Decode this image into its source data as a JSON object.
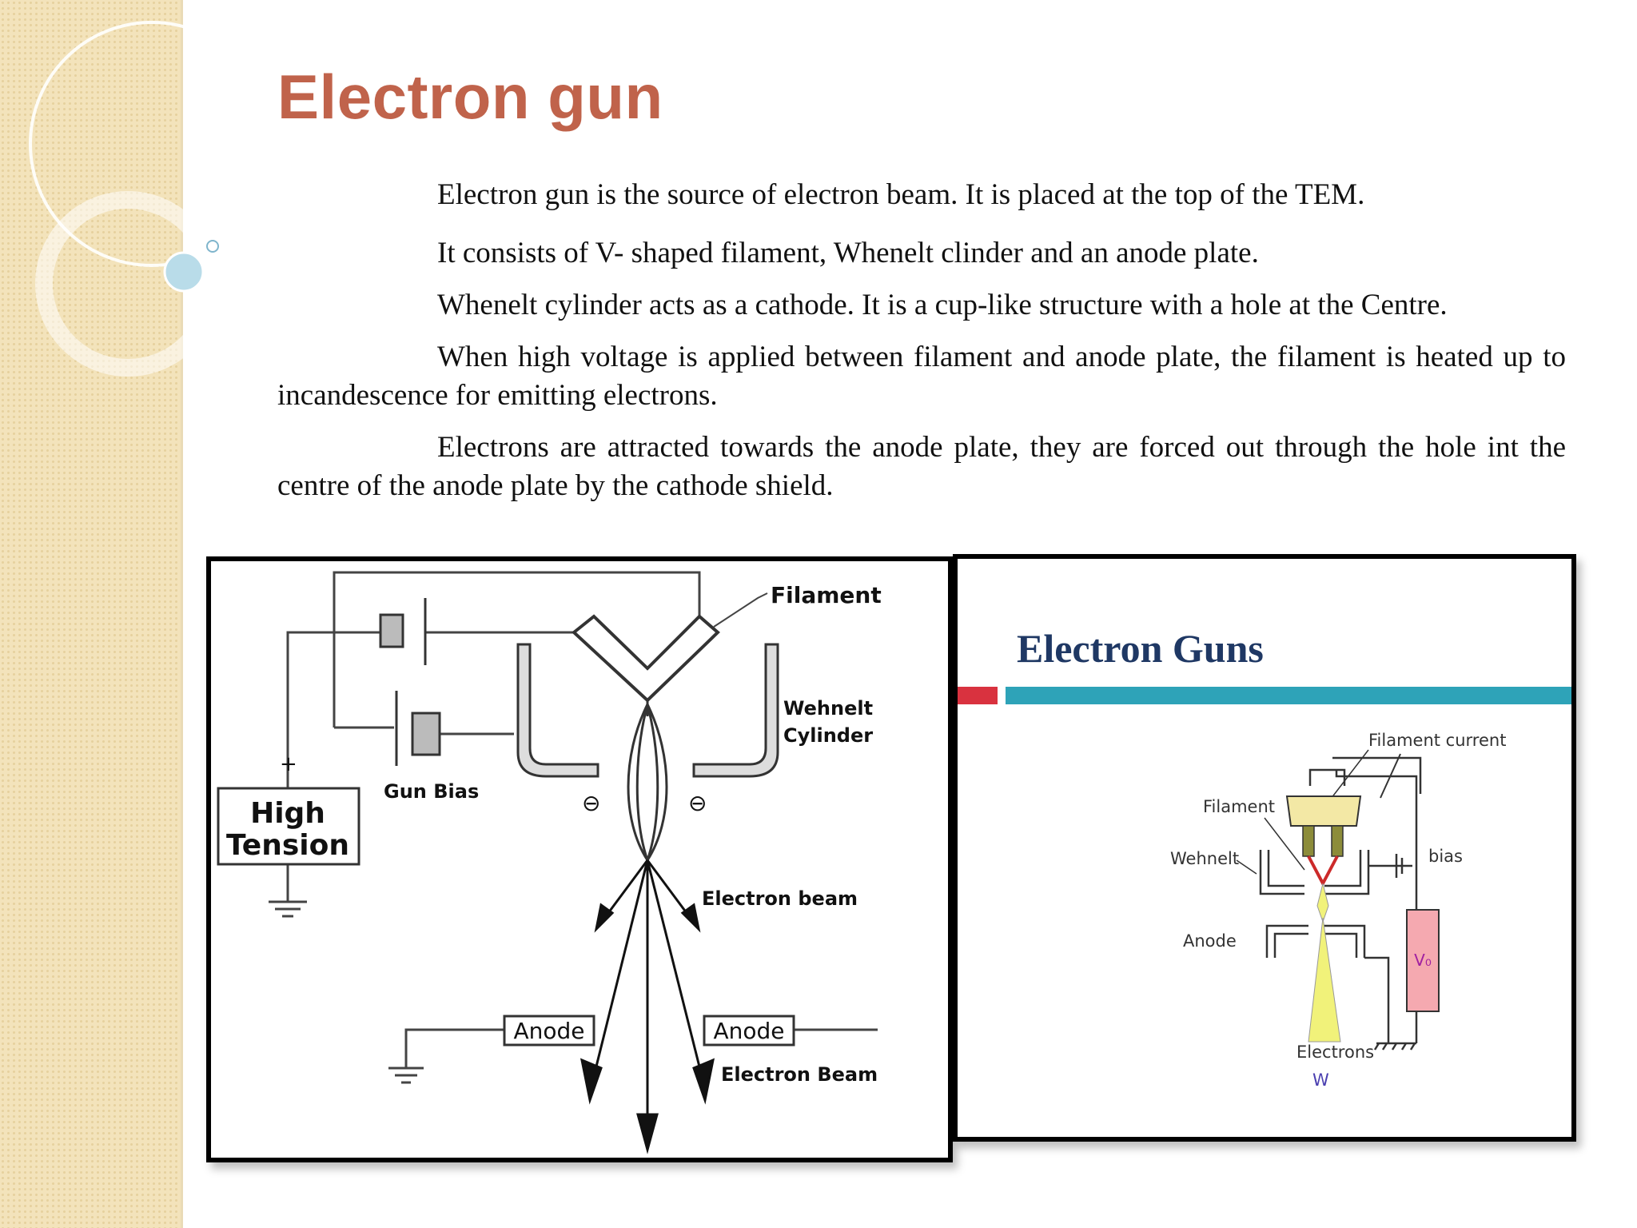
{
  "slide": {
    "title": "Electron gun",
    "paragraphs": [
      "Electron gun is the source of electron beam. It is placed at the top of the TEM.",
      "It consists of V- shaped filament, Whenelt clinder and an anode plate.",
      "Whenelt cylinder acts as a cathode. It is a cup-like structure with a hole at the Centre.",
      "When high voltage is applied between filament and anode plate, the filament is heated up to incandescence for emitting electrons.",
      "Electrons are attracted towards the anode plate, they are forced out through the hole int the centre of the anode plate by the cathode shield."
    ]
  },
  "left_diagram": {
    "filament": "Filament",
    "wehnelt_line1": "Wehnelt",
    "wehnelt_line2": "Cylinder",
    "plus": "+",
    "gun_bias": "Gun Bias",
    "high": "High",
    "tension": "Tension",
    "minus_left": "⊖",
    "minus_right": "⊖",
    "electron_beam_upper": "Electron beam",
    "anode_left": "Anode",
    "anode_right": "Anode",
    "electron_beam_lower": "Electron Beam"
  },
  "right_diagram": {
    "title": "Electron Guns",
    "filament_current": "Filament current",
    "filament": "Filament",
    "wehnelt": "Wehnelt",
    "bias": "bias",
    "anode": "Anode",
    "v0": "V₀",
    "electrons": "Electrons",
    "w": "W"
  },
  "colors": {
    "title": "#c0634b",
    "sidebar": "#f3e3bb",
    "right_title": "#1f3864",
    "teal_bar": "#2ea3b8",
    "red_bar": "#d9323f"
  }
}
